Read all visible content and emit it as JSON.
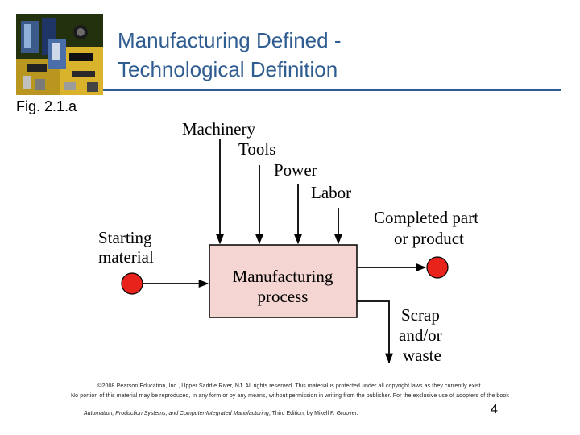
{
  "slide": {
    "title_line1": "Manufacturing Defined -",
    "title_line2": "Technological Definition",
    "fig_label": "Fig. 2.1.a",
    "page_number": "4",
    "accent_color": "#2f5d91"
  },
  "diagram": {
    "inputs": [
      "Machinery",
      "Tools",
      "Power",
      "Labor"
    ],
    "starting_material": [
      "Starting",
      "material"
    ],
    "process": [
      "Manufacturing",
      "process"
    ],
    "output": [
      "Completed part",
      "or product"
    ],
    "scrap": [
      "Scrap",
      "and/or",
      "waste"
    ],
    "process_fill": "#f5d5d2",
    "dot_color": "#e8231c"
  },
  "footer": {
    "copyright_line1": "©2008 Pearson Education, Inc., Upper Saddle River, NJ. All rights reserved. This material is protected under all copyright laws as they currently exist.",
    "copyright_line2": "No portion of this material may be reproduced, in any form or by any means, without permission in writing from the publisher. For the exclusive use of adopters of the book",
    "citation_book": "Automation, Production Systems, and Computer-Integrated Manufacturing",
    "citation_rest": ", Third Edition, by Mikell P. Groover."
  }
}
